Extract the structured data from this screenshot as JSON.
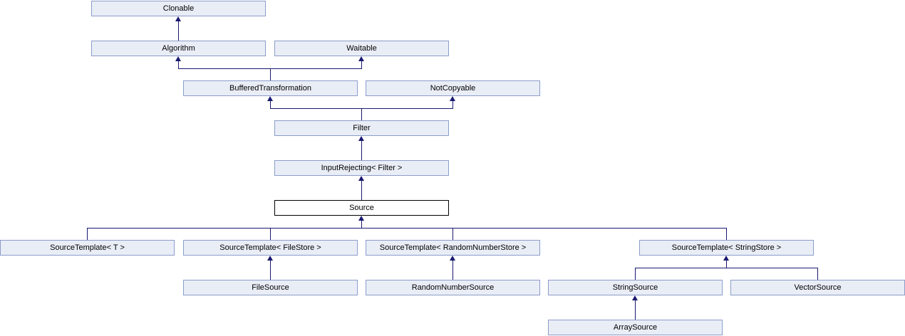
{
  "diagram": {
    "type": "class-inheritance-graph",
    "colors": {
      "node_fill": "#e9edf6",
      "node_border": "#8b9dc9",
      "current_fill": "#ffffff",
      "current_border": "#000000",
      "edge": "#191970",
      "text": "#000000"
    },
    "nodes": [
      {
        "id": "clonable",
        "label": "Clonable",
        "current": false
      },
      {
        "id": "algorithm",
        "label": "Algorithm",
        "current": false
      },
      {
        "id": "waitable",
        "label": "Waitable",
        "current": false
      },
      {
        "id": "bufferedtransformation",
        "label": "BufferedTransformation",
        "current": false
      },
      {
        "id": "notcopyable",
        "label": "NotCopyable",
        "current": false
      },
      {
        "id": "filter",
        "label": "Filter",
        "current": false
      },
      {
        "id": "inputrejecting-filter",
        "label": "InputRejecting< Filter >",
        "current": false
      },
      {
        "id": "source",
        "label": "Source",
        "current": true
      },
      {
        "id": "sourcetemplate-t",
        "label": "SourceTemplate< T >",
        "current": false
      },
      {
        "id": "sourcetemplate-filestore",
        "label": "SourceTemplate< FileStore >",
        "current": false
      },
      {
        "id": "sourcetemplate-randomnumberstore",
        "label": "SourceTemplate< RandomNumberStore >",
        "current": false
      },
      {
        "id": "sourcetemplate-stringstore",
        "label": "SourceTemplate< StringStore >",
        "current": false
      },
      {
        "id": "filesource",
        "label": "FileSource",
        "current": false
      },
      {
        "id": "randomnumbersource",
        "label": "RandomNumberSource",
        "current": false
      },
      {
        "id": "stringsource",
        "label": "StringSource",
        "current": false
      },
      {
        "id": "vectorsource",
        "label": "VectorSource",
        "current": false
      },
      {
        "id": "arraysource",
        "label": "ArraySource",
        "current": false
      }
    ],
    "edges": [
      {
        "child": "Algorithm",
        "parent": "Clonable"
      },
      {
        "child": "BufferedTransformation",
        "parent": "Algorithm"
      },
      {
        "child": "BufferedTransformation",
        "parent": "Waitable"
      },
      {
        "child": "Filter",
        "parent": "BufferedTransformation"
      },
      {
        "child": "Filter",
        "parent": "NotCopyable"
      },
      {
        "child": "InputRejecting< Filter >",
        "parent": "Filter"
      },
      {
        "child": "Source",
        "parent": "InputRejecting< Filter >"
      },
      {
        "child": "SourceTemplate< T >",
        "parent": "Source"
      },
      {
        "child": "SourceTemplate< FileStore >",
        "parent": "Source"
      },
      {
        "child": "SourceTemplate< RandomNumberStore >",
        "parent": "Source"
      },
      {
        "child": "SourceTemplate< StringStore >",
        "parent": "Source"
      },
      {
        "child": "FileSource",
        "parent": "SourceTemplate< FileStore >"
      },
      {
        "child": "RandomNumberSource",
        "parent": "SourceTemplate< RandomNumberStore >"
      },
      {
        "child": "StringSource",
        "parent": "SourceTemplate< StringStore >"
      },
      {
        "child": "VectorSource",
        "parent": "SourceTemplate< StringStore >"
      },
      {
        "child": "ArraySource",
        "parent": "StringSource"
      }
    ]
  }
}
